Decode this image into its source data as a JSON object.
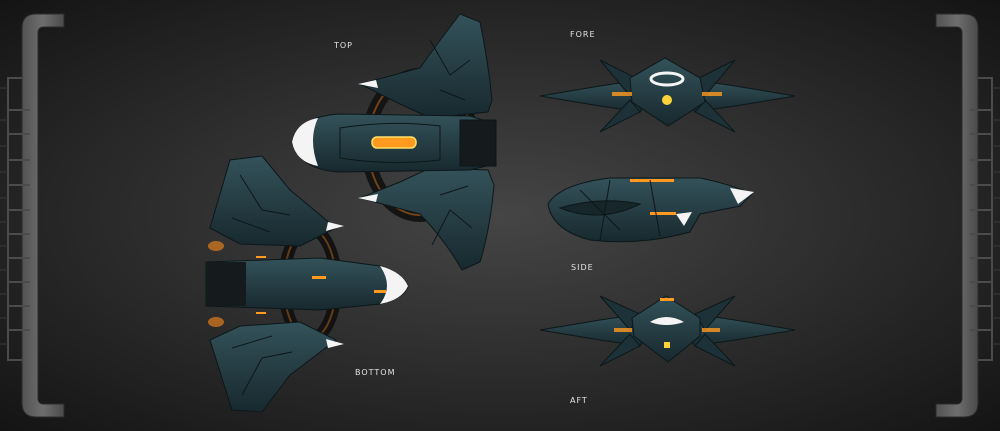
{
  "labels": {
    "top": "TOP",
    "fore": "FORE",
    "side": "SIDE",
    "bottom": "BOTTOM",
    "aft": "AFT"
  },
  "colors": {
    "hull": "#20353b",
    "hull_light": "#2f4a52",
    "panel_line": "#0c1719",
    "glow": "#ff9a1e",
    "glow_core": "#ffe066",
    "white": "#f4f4f4",
    "frame": "#6a6a6a",
    "frame_dark": "#3e3e3e"
  }
}
